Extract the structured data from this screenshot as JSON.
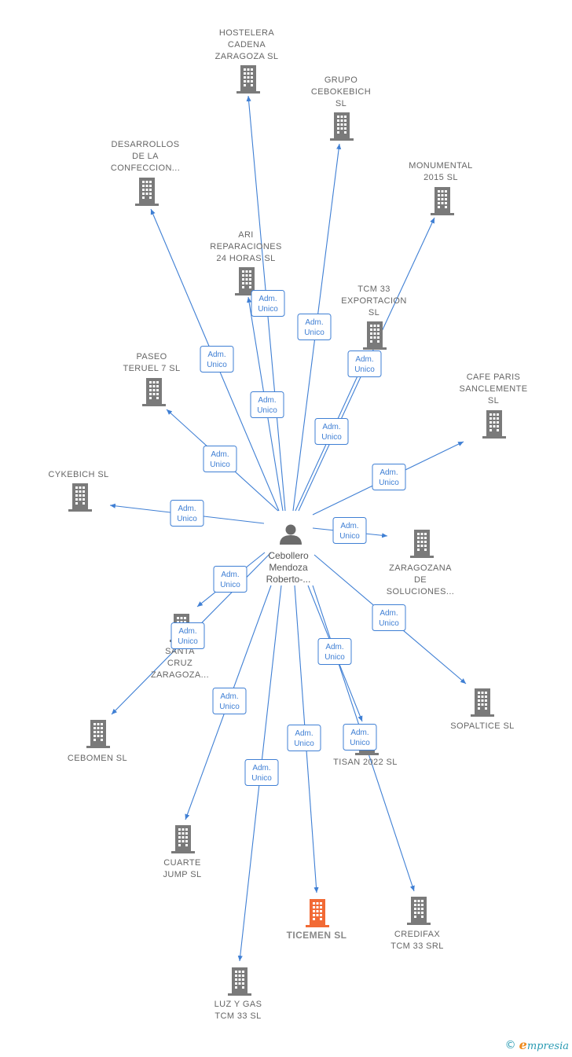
{
  "center": {
    "label_lines": [
      "Cebollero",
      "Mendoza",
      "Roberto-..."
    ]
  },
  "edge_label_lines": [
    "Adm.",
    "Unico"
  ],
  "colors": {
    "edge": "#3f7fd4",
    "building": "#7a7a7a",
    "building_highlight": "#f26a35"
  },
  "companies": [
    {
      "id": "hostelera",
      "label_lines": [
        "HOSTELERA",
        "CADENA",
        "ZARAGOZA SL"
      ]
    },
    {
      "id": "grupo",
      "label_lines": [
        "GRUPO",
        "CEBOKEBICH",
        "SL"
      ]
    },
    {
      "id": "desarrollos",
      "label_lines": [
        "DESARROLLOS",
        "DE LA",
        "CONFECCION..."
      ]
    },
    {
      "id": "monumental",
      "label_lines": [
        "MONUMENTAL",
        "2015  SL"
      ]
    },
    {
      "id": "ari",
      "label_lines": [
        "ARI",
        "REPARACIONES",
        "24 HORAS  SL"
      ]
    },
    {
      "id": "tcm33exp",
      "label_lines": [
        "TCM 33",
        "EXPORTACION",
        "SL"
      ]
    },
    {
      "id": "paseo",
      "label_lines": [
        "PASEO",
        "TERUEL 7  SL"
      ]
    },
    {
      "id": "cafeparis",
      "label_lines": [
        "CAFE PARIS",
        "SANCLEMENTE",
        "SL"
      ]
    },
    {
      "id": "cykebich",
      "label_lines": [
        "CYKEBICH  SL"
      ]
    },
    {
      "id": "zaragozana",
      "label_lines": [
        "ZARAGOZANA",
        "DE",
        "SOLUCIONES..."
      ]
    },
    {
      "id": "santacruz",
      "label_lines": [
        "SANTA",
        "CRUZ",
        "ZARAGOZA..."
      ]
    },
    {
      "id": "cebomen",
      "label_lines": [
        "CEBOMEN  SL"
      ]
    },
    {
      "id": "sopaltice",
      "label_lines": [
        "SOPALTICE  SL"
      ]
    },
    {
      "id": "tisan",
      "label_lines": [
        "TISAN 2022  SL"
      ]
    },
    {
      "id": "cuarte",
      "label_lines": [
        "CUARTE",
        "JUMP  SL"
      ]
    },
    {
      "id": "ticemen",
      "label_lines": [
        "TICEMEN  SL"
      ],
      "highlight": true
    },
    {
      "id": "credifax",
      "label_lines": [
        "CREDIFAX",
        "TCM 33 SRL"
      ]
    },
    {
      "id": "luzygas",
      "label_lines": [
        "LUZ Y GAS",
        "TCM 33  SL"
      ]
    }
  ],
  "footer": {
    "copyright": "©",
    "brand_initial": "e",
    "brand_rest": "mpresia"
  }
}
